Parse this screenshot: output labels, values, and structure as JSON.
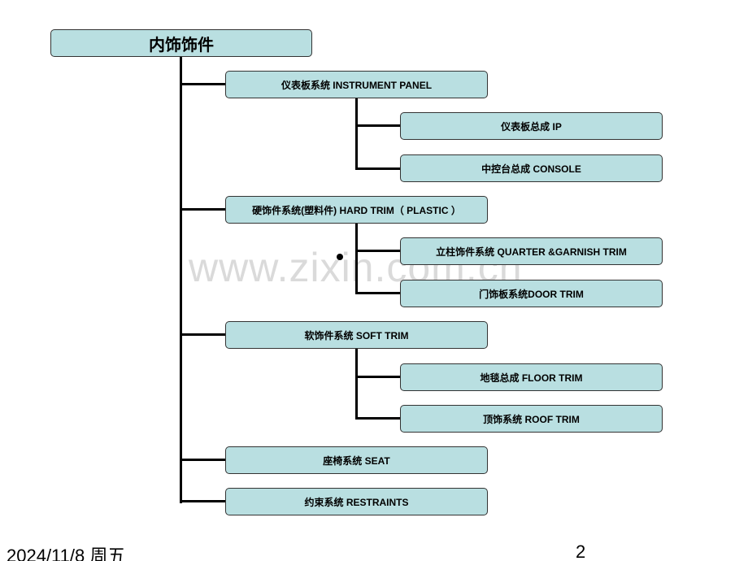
{
  "root": "内饰饰件",
  "systems": [
    {
      "label": "仪表板系统 INSTRUMENT PANEL",
      "children": [
        "仪表板总成 IP",
        "中控台总成 CONSOLE"
      ]
    },
    {
      "label": "硬饰件系统(塑料件) HARD TRIM（ PLASTIC ）",
      "children": [
        "立柱饰件系统 QUARTER &GARNISH TRIM",
        "门饰板系统DOOR TRIM"
      ]
    },
    {
      "label": "软饰件系统 SOFT TRIM",
      "children": [
        "地毯总成 FLOOR TRIM",
        "顶饰系统 ROOF TRIM"
      ]
    },
    {
      "label": "座椅系统 SEAT",
      "children": []
    },
    {
      "label": "约束系统 RESTRAINTS",
      "children": []
    }
  ],
  "watermark": "www.zixin.com.cn",
  "footer": {
    "date": "2024/11/8 周五",
    "page": "2"
  },
  "colors": {
    "box": "#b9dfe1",
    "line": "#000000"
  }
}
